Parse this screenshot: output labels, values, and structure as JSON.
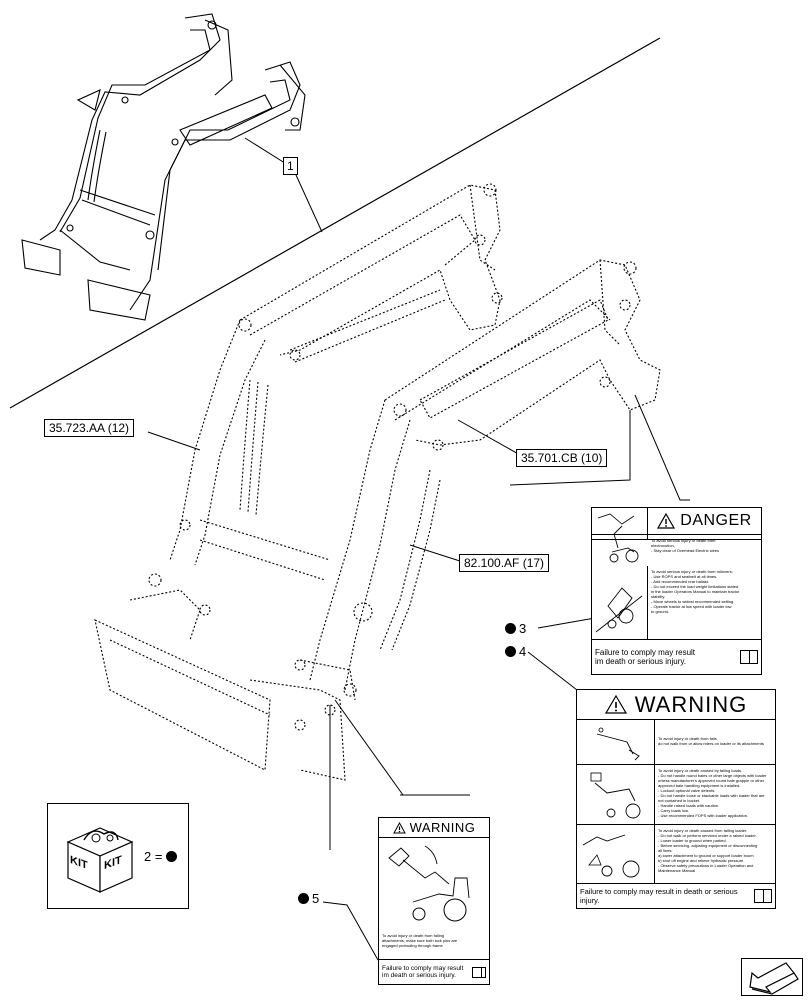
{
  "item_callout": "1",
  "references": {
    "r1": "35.723.AA (12)",
    "r2": "35.701.CB (10)",
    "r3": "82.100.AF (17)"
  },
  "callouts": {
    "c3": "3",
    "c4": "4",
    "c5": "5"
  },
  "kit": {
    "label1": "KIT",
    "label2": "KIT",
    "equation": "2 ="
  },
  "decals": {
    "danger": {
      "header": "DANGER",
      "text1": "To avoid serious injury or death from\nelectrocution,\n- Stay clear of Overhead Electric wires",
      "text2": "To avoid serious injury or death from rollovers:\n- Use ROPS and seatbelt at all times.\n- Add recommended rear ballast.\n- Do not exceed the load weight limitations stated\nin the loader Operators Manual to maintain tractor\nstability.\n- Move wheels to widest recommended setting.\n- Operate tractor at low speed with loader low\nto ground.",
      "footer": "Failure to comply may result\nim death or serious injury."
    },
    "warning_large": {
      "header": "WARNING",
      "text1": "To avoid injury or death from falls\ndo not walk from or allow riders on loader or its attachments",
      "text2": "To avoid injury or death caused by falling loads.\n- Do not handle round bales or other large objects with loader\nunless manufacturer's approved round bale grapple or other\napproved bale handling equipment is installed.\n- Lockout optional valve detents.\n- Do not handle loose or stackable loads with loader that are\nnot contained in bucket.\n- Handle raised loads with caution.\n- Carry loads low.\n- Use recommended FOPS with loader application.",
      "text3": "To avoid injury or death caused from falling loader.\n- Do not walk or perform serviced under a raised loader.\n- Lower loader to ground when parked.\n- Before servicing, adjusting equipment or disconnecting\nall lines:\n  a) lower attachment to ground or support loader boom\n  b) shut off engine and relieve hydraulic pressure\n- Observe safety precautions in Loader Operation and\nMaintenance Manual",
      "footer": "Failure to comply may result in death or serious injury."
    },
    "warning_small": {
      "header": "WARNING",
      "text1": "To avoid injury or death from falling\nattachments, make sure both lock pins are\nengaged protruding through frame",
      "footer": "Failure to comply may result\nim death or serious injury."
    }
  },
  "colors": {
    "line": "#000000",
    "background": "#ffffff"
  }
}
